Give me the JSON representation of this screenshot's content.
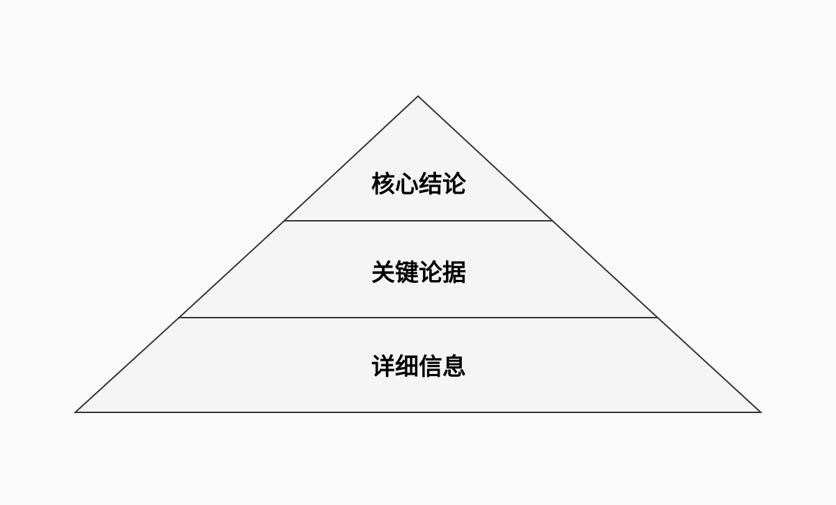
{
  "diagram": {
    "type": "pyramid",
    "levels": [
      {
        "label": "核心结论"
      },
      {
        "label": "关键论据"
      },
      {
        "label": "详细信息"
      }
    ],
    "colors": {
      "fill": "#f5f5f5",
      "stroke": "#333333",
      "background": "#fafafa"
    }
  }
}
